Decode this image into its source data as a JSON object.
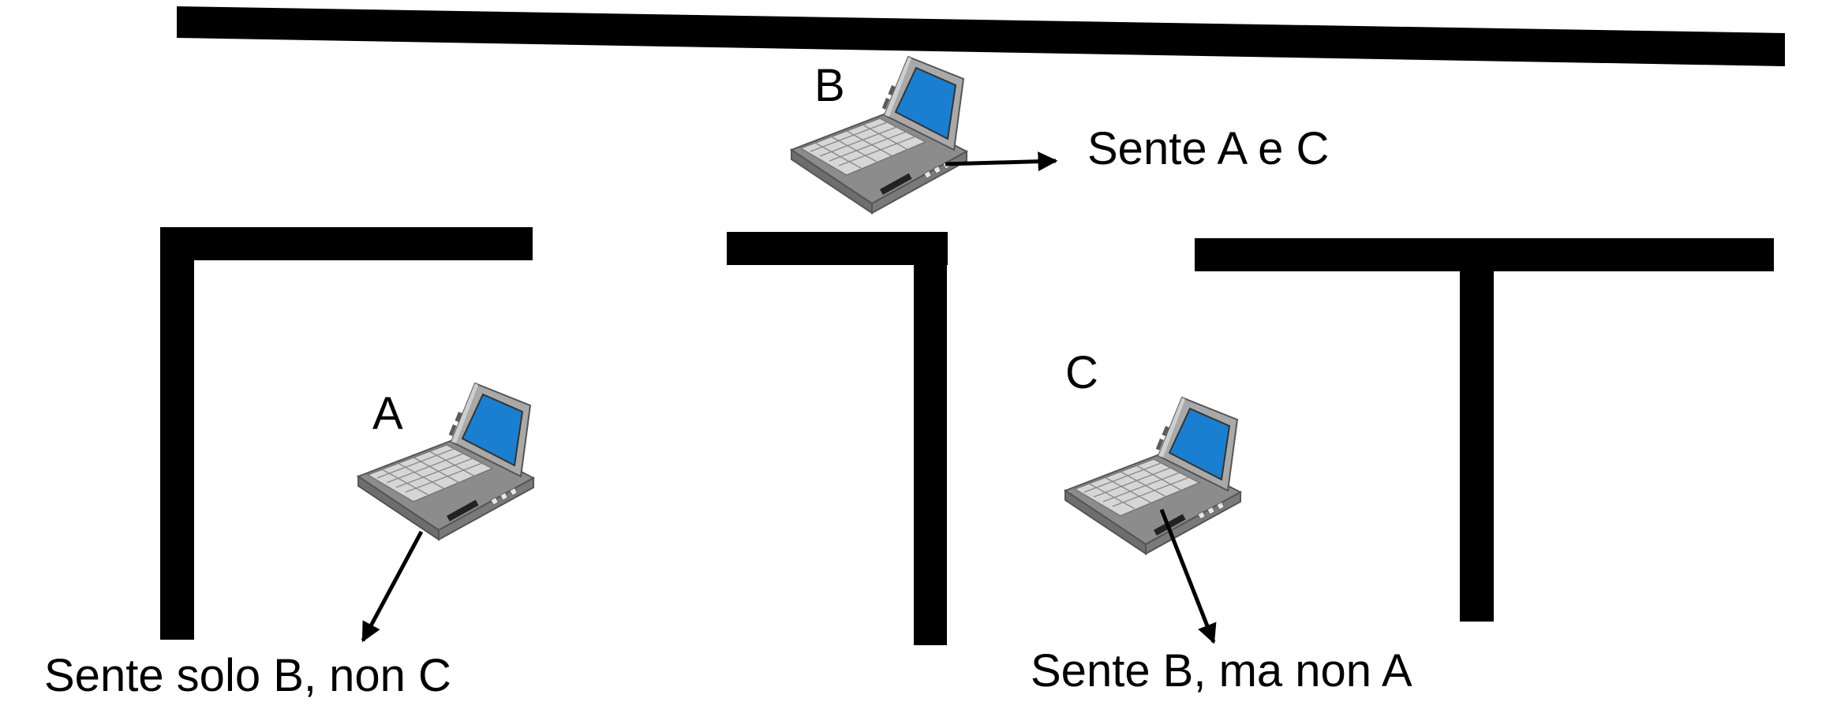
{
  "nodes": {
    "a": {
      "label": "A",
      "caption": "Sente solo B, non C"
    },
    "b": {
      "label": "B",
      "caption": "Sente A e C"
    },
    "c": {
      "label": "C",
      "caption": "Sente B, ma non A"
    }
  },
  "colors": {
    "wall": "#000000",
    "screen": "#1a7fd0",
    "laptop_body": "#a6a6a6",
    "laptop_dark": "#6e6e6e",
    "laptop_light": "#cfcfcf",
    "arrow": "#000000"
  },
  "icons": {
    "laptop": "laptop-icon"
  }
}
